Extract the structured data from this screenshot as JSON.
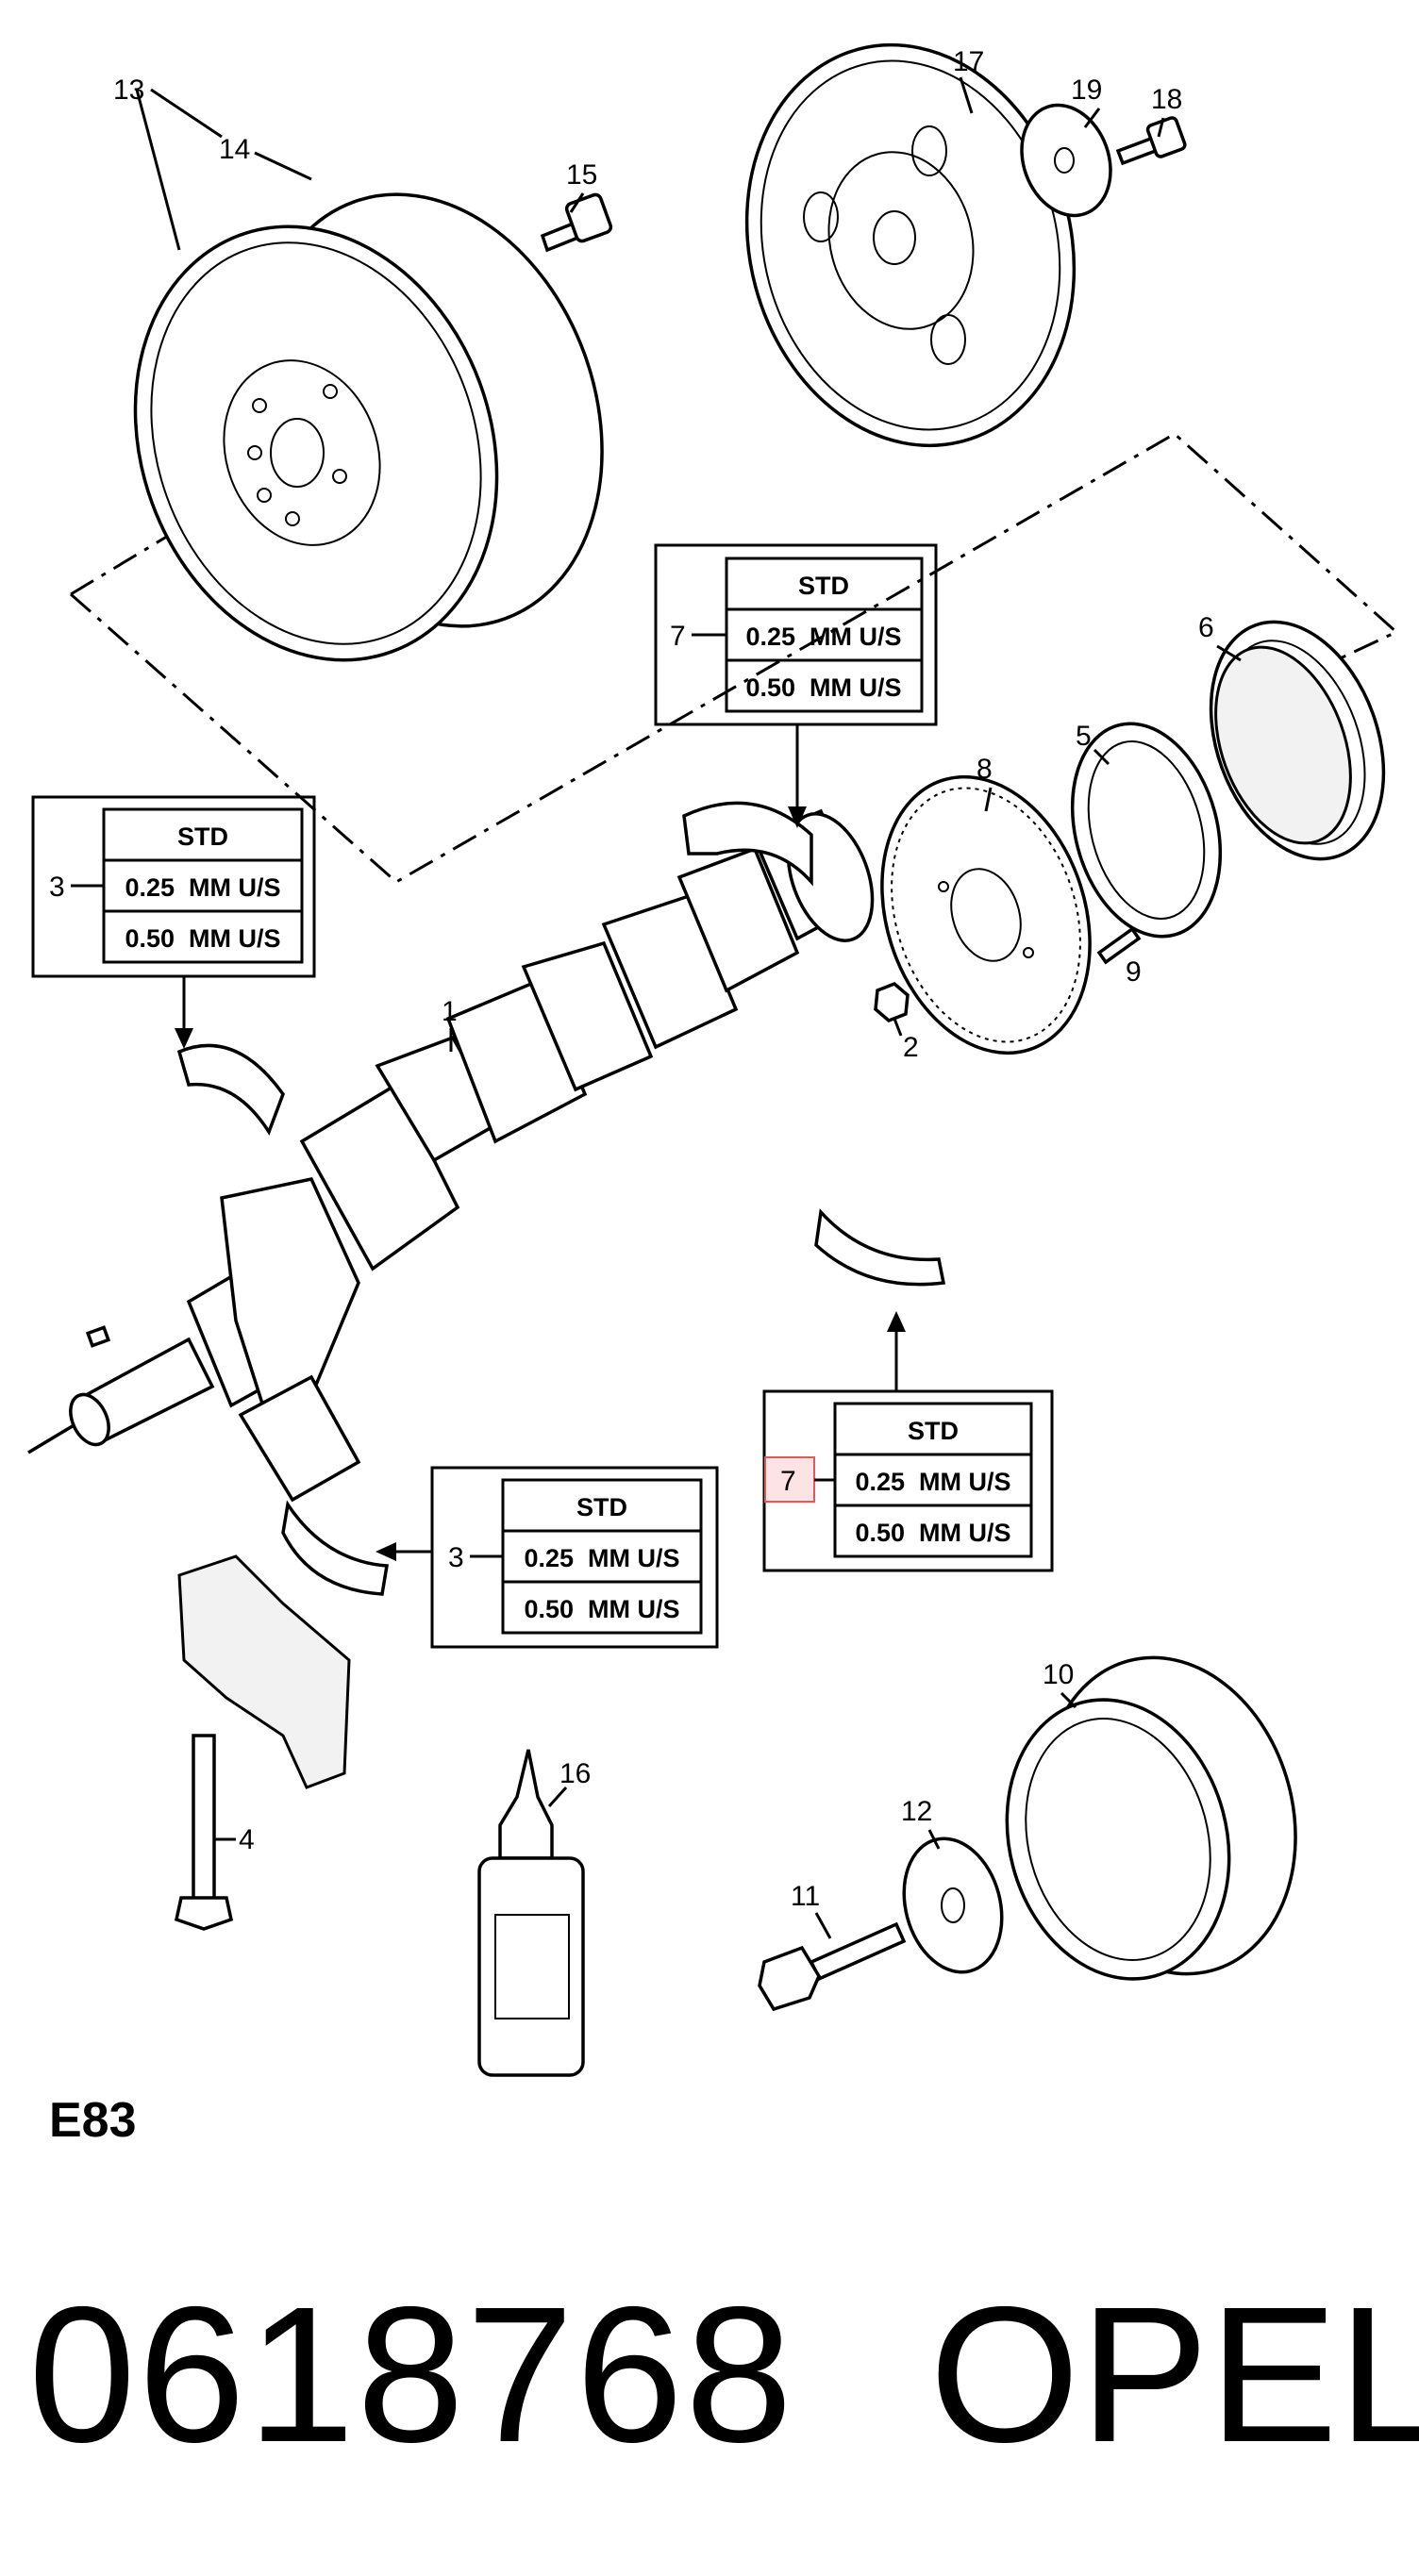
{
  "diagram": {
    "code": "E83",
    "callouts": [
      "1",
      "2",
      "3",
      "4",
      "5",
      "6",
      "7",
      "8",
      "9",
      "10",
      "11",
      "12",
      "13",
      "14",
      "15",
      "16",
      "17",
      "18",
      "19"
    ],
    "bearing_tables": [
      {
        "ref": "7",
        "rows": [
          "STD",
          "0.25  MM U/S",
          "0.50  MM U/S"
        ]
      },
      {
        "ref": "3",
        "rows": [
          "STD",
          "0.25  MM U/S",
          "0.50  MM U/S"
        ]
      },
      {
        "ref": "7",
        "rows": [
          "STD",
          "0.25  MM U/S",
          "0.50  MM U/S"
        ],
        "highlighted": true
      },
      {
        "ref": "3",
        "rows": [
          "STD",
          "0.25  MM U/S",
          "0.50  MM U/S"
        ]
      }
    ],
    "highlight_color": "#e05a5a"
  },
  "footer": {
    "part_number": "0618768",
    "brand": "OPEL"
  }
}
